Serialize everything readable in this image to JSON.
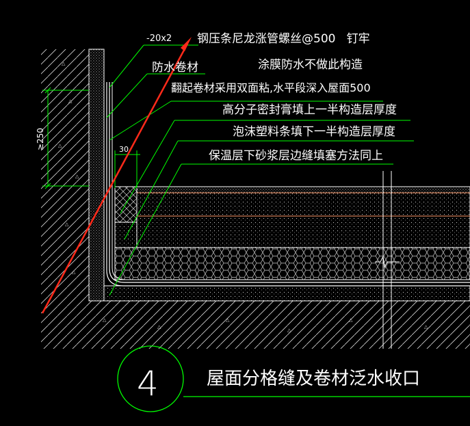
{
  "labels": {
    "rebar": "-20x2",
    "nail_line": "钢压条尼龙涨管螺丝@500   钉牢",
    "coating_note": "涂膜防水不做此构造",
    "membrane": "防水卷材",
    "turnup_note": "翻起卷材采用双面粘,水平段深入屋面500",
    "sealant_note": "高分子密封膏填上一半构造层厚度",
    "foam_note": "泡沫塑料条填下一半构造层厚度",
    "insulation_note": "保温层下砂浆层边缝填塞方法同上",
    "dim_height": "≥250",
    "dim_gap": "30",
    "detail_number": "4",
    "detail_title": "屋面分格缝及卷材泛水收口"
  },
  "colors": {
    "background": "#000000",
    "text": "#ffffff",
    "leader": "#00ff00",
    "linework": "#ffffff",
    "red_arrow": "#ff2a1a",
    "orange_line": "#ff9a6a"
  }
}
